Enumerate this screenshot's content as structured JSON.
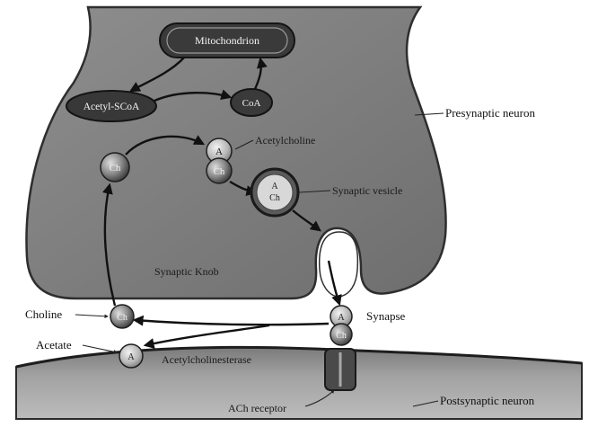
{
  "labels": {
    "mitochondrion": "Mitochondrion",
    "acetyl_scoa": "Acetyl-SCoA",
    "coa": "CoA",
    "acetylcholine": "Acetylcholine",
    "synaptic_vesicle": "Synaptic vesicle",
    "presynaptic_neuron": "Presynaptic neuron",
    "synaptic_knob": "Synaptic Knob",
    "synapse": "Synapse",
    "choline": "Choline",
    "acetate": "Acetate",
    "acetylcholinesterase": "Acetylcholinesterase",
    "ach_receptor": "ACh receptor",
    "postsynaptic_neuron": "Postsynaptic neuron"
  },
  "molecules": {
    "ch": "Ch",
    "a": "A",
    "coa": "CoA"
  },
  "colors": {
    "neuron_fill": "#7c7c7c",
    "neuron_edge": "#2e2e2e",
    "organelle_fill": "#3c3c3c",
    "cleft_fill": "#ffffff",
    "post_fill": "#9c9c9c"
  }
}
